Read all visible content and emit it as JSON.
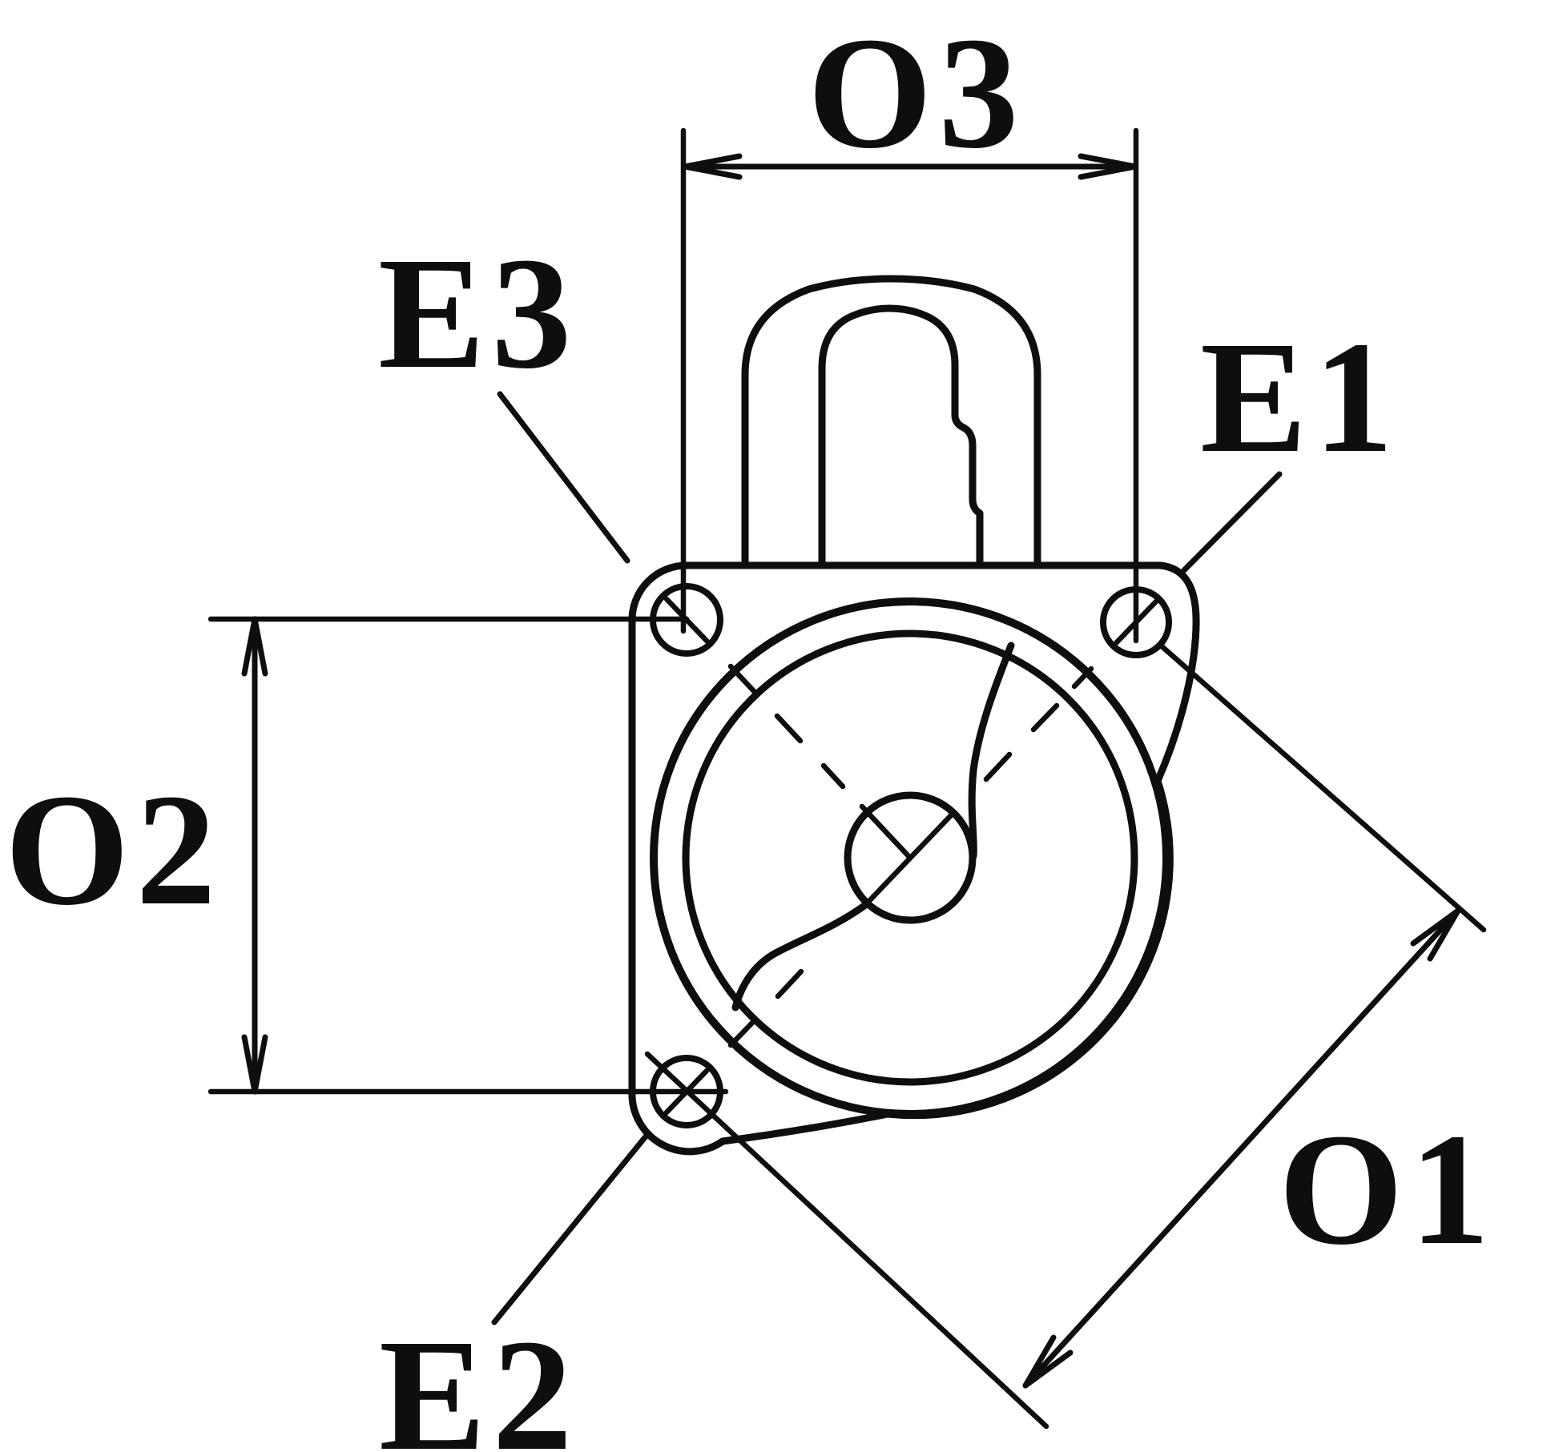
{
  "diagram": {
    "kind": "technical-dimension-drawing",
    "labels": {
      "o1": "O1",
      "o2": "O2",
      "o3": "O3",
      "e1": "E1",
      "e2": "E2",
      "e3": "E3"
    },
    "colors": {
      "line": "#0e0e0e",
      "background": "#ffffff"
    }
  }
}
